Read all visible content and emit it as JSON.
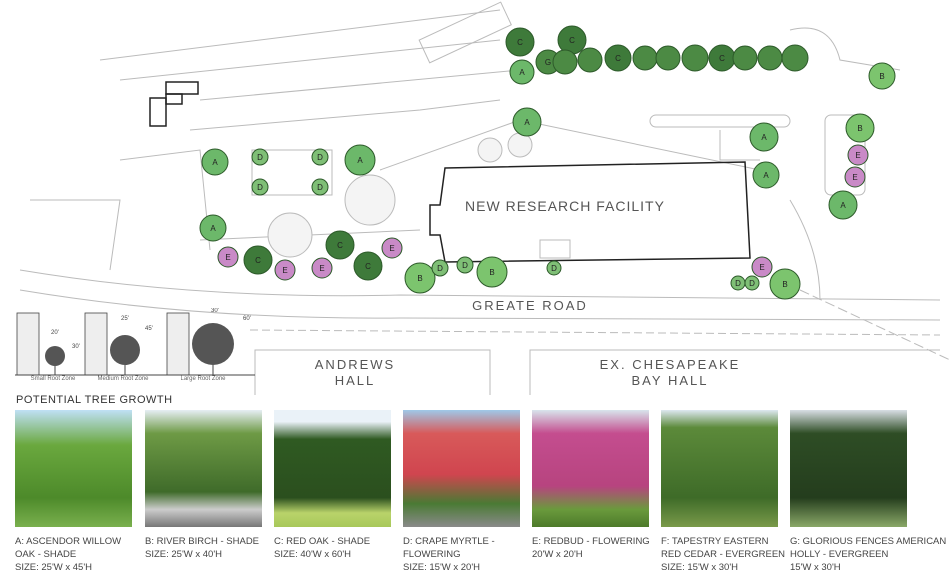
{
  "facility": "NEW RESEARCH FACILITY",
  "road": "GREATE ROAD",
  "andrews": [
    "ANDREWS",
    "HALL"
  ],
  "chesapeake": [
    "EX. CHESAPEAKE",
    "BAY HALL"
  ],
  "zones": [
    {
      "label": "Small Root Zone",
      "w": "20'",
      "h": "30'"
    },
    {
      "label": "Medium Root Zone",
      "w": "25'",
      "h": "45'"
    },
    {
      "label": "Large Root Zone",
      "w": "30'",
      "h": "60'"
    }
  ],
  "growth_title": "POTENTIAL TREE GROWTH",
  "trees": [
    {
      "lines": [
        "A: ASCENDOR WILLOW",
        "OAK - SHADE",
        "SIZE: 25'W x 45'H"
      ]
    },
    {
      "lines": [
        "B: RIVER BIRCH - SHADE",
        "SIZE: 25'W x 40'H"
      ]
    },
    {
      "lines": [
        "C: RED OAK - SHADE",
        "SIZE: 40'W x 60'H"
      ]
    },
    {
      "lines": [
        "D: CRAPE MYRTLE -",
        "FLOWERING",
        "SIZE: 15'W x 20'H"
      ]
    },
    {
      "lines": [
        "E: REDBUD - FLOWERING",
        "20'W x 20'H"
      ]
    },
    {
      "lines": [
        "F: TAPESTRY EASTERN",
        "RED CEDAR - EVERGREEN",
        "SIZE: 15'W x 30'H"
      ]
    },
    {
      "lines": [
        "G: GLORIOUS FENCES AMERICAN",
        "HOLLY - EVERGREEN",
        "15'W x 30'H"
      ]
    }
  ],
  "plan_tree_letters": [
    "C",
    "A",
    "G",
    "C",
    "",
    "",
    "C",
    "",
    "",
    "",
    "C",
    "",
    "",
    "",
    "B",
    "A",
    "D",
    "D",
    "D",
    "D",
    "A",
    "A",
    "E",
    "C",
    "E",
    "C",
    "E",
    "C",
    "E",
    "B",
    "D",
    "D",
    "B",
    "A",
    "A",
    "A",
    "E",
    "B",
    "D",
    "D",
    "B",
    "E",
    "E",
    "A",
    "D"
  ],
  "colors": {
    "A": "#6cb86a",
    "B": "#7cc46e",
    "C": "#3e7a3a",
    "D": "#7fbf76",
    "E": "#c98ac7",
    "F": "#4c8a44",
    "G": "#4c8a44"
  }
}
